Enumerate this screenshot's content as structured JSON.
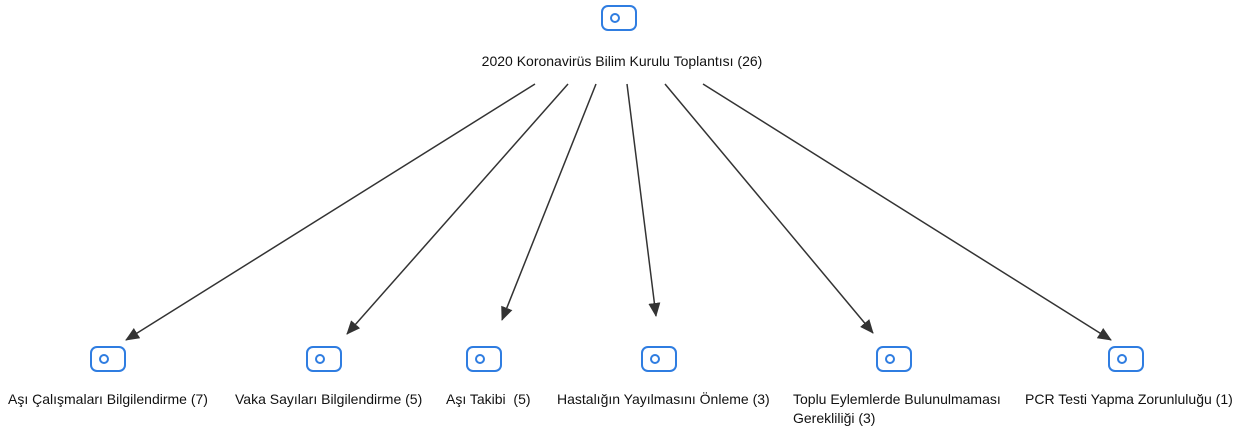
{
  "colors": {
    "node_border": "#2F7DE1",
    "edge": "#333333"
  },
  "root": {
    "label": "2020 Koronavirüs Bilim Kurulu Toplantısı (26)",
    "icon": "node-icon"
  },
  "children": [
    {
      "label": "Aşı Çalışmaları Bilgilendirme (7)",
      "icon": "node-icon"
    },
    {
      "label": "Vaka Sayıları Bilgilendirme (5)",
      "icon": "node-icon"
    },
    {
      "label": "Aşı Takibi  (5)",
      "icon": "node-icon"
    },
    {
      "label": "Hastalığın Yayılmasını Önleme (3)",
      "icon": "node-icon"
    },
    {
      "label": "Toplu Eylemlerde Bulunulmaması Gerekliliği (3)",
      "icon": "node-icon"
    },
    {
      "label": "PCR Testi Yapma Zorunluluğu (1)",
      "icon": "node-icon"
    }
  ]
}
